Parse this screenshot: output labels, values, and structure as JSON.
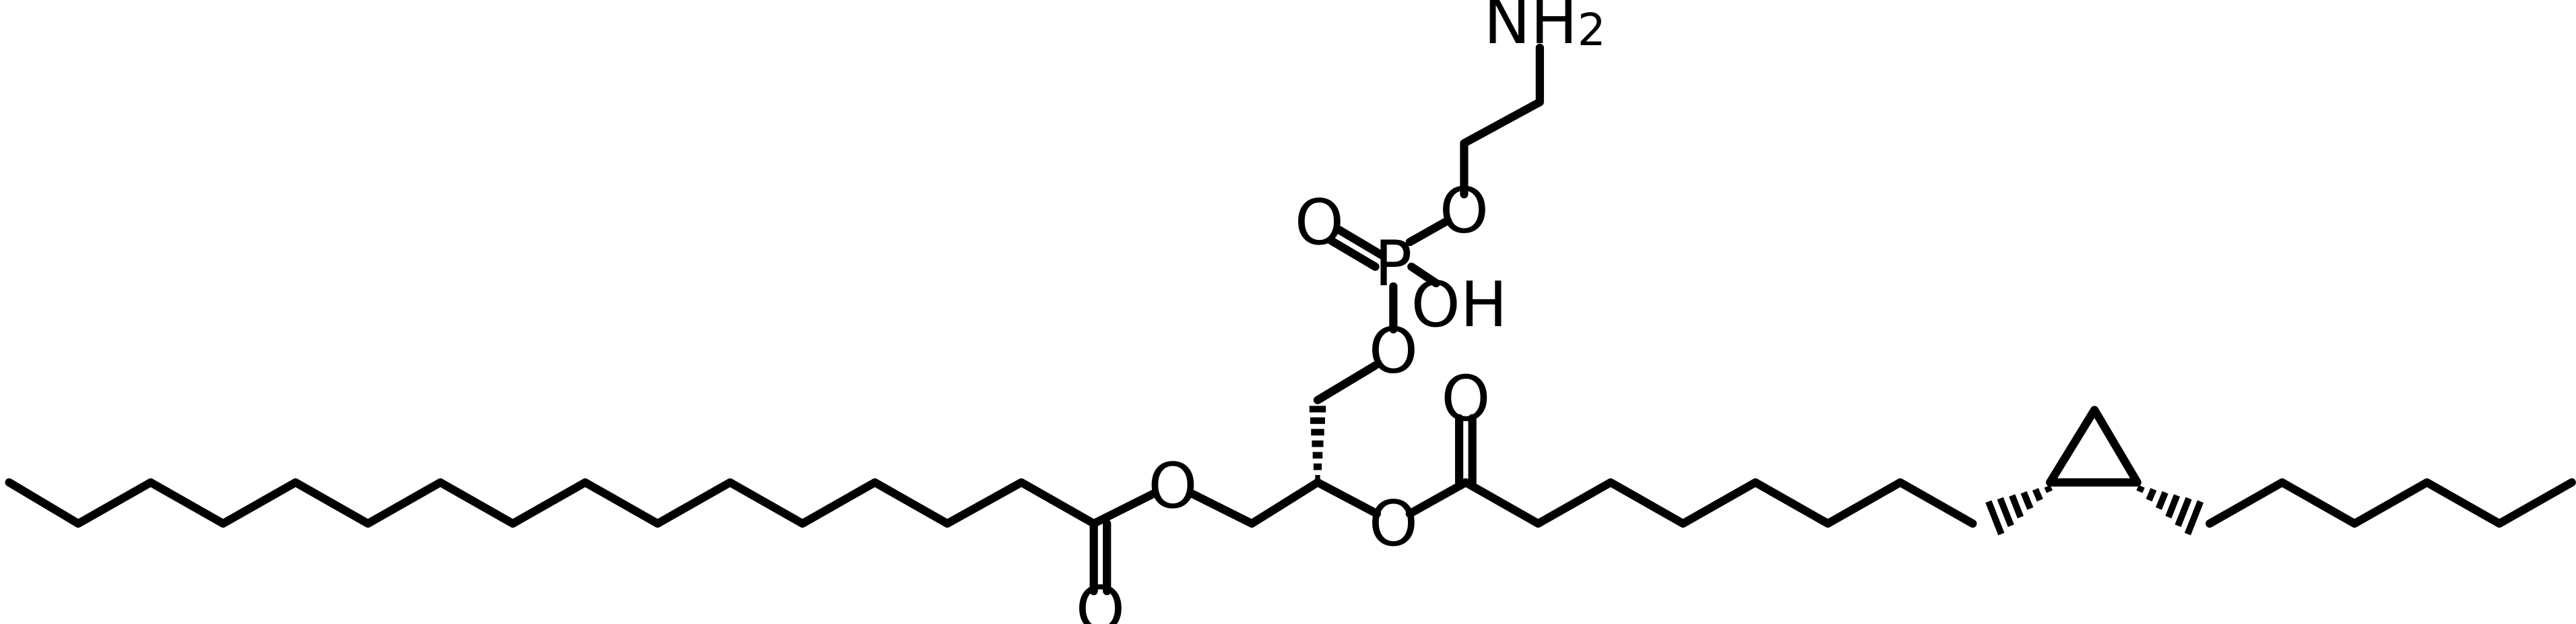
{
  "atoms": {
    "amine": {
      "main": "NH",
      "sub": "2"
    },
    "ester_o_left": "O",
    "carbonyl_o_left": "O",
    "ester_o_middle": "O",
    "carbonyl_o_middle": "O",
    "phosphate_o_glycerol": "O",
    "phosphorus": "P",
    "phosphoryl_o": "O",
    "hydroxyl": "OH",
    "phosphate_o_ethyl": "O"
  },
  "colors": {
    "bond": "#000000",
    "background": "#ffffff"
  }
}
